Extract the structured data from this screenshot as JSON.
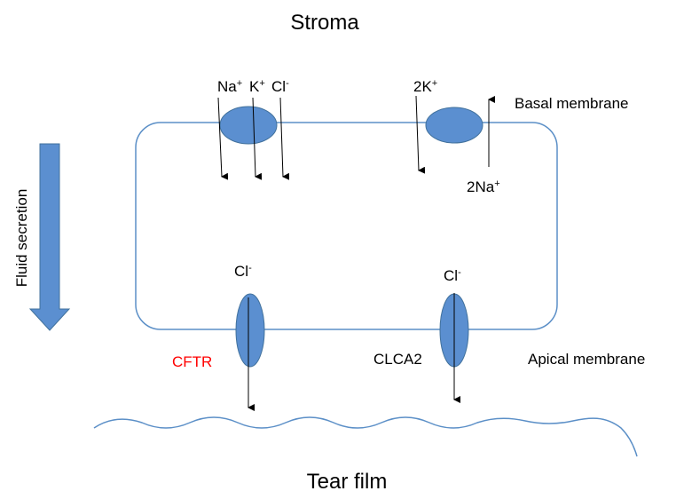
{
  "title_top": "Stroma",
  "title_bottom": "Tear film",
  "side_label": "Fluid secretion",
  "labels": {
    "basal": "Basal membrane",
    "apical": "Apical membrane",
    "cftr": "CFTR",
    "clca2": "CLCA2"
  },
  "ions": {
    "na": {
      "base": "Na",
      "sup": "+"
    },
    "k": {
      "base": "K",
      "sup": "+"
    },
    "cl_left": {
      "base": "Cl",
      "sup": "-"
    },
    "twok": {
      "base": "2K",
      "sup": "+"
    },
    "twona": {
      "base": "2Na",
      "sup": "+"
    },
    "cl_cftr": {
      "base": "Cl",
      "sup": "-"
    },
    "cl_clca2": {
      "base": "Cl",
      "sup": "-"
    }
  },
  "colors": {
    "cell_outline": "#5b8fc7",
    "transporter_fill": "#5b8fd0",
    "transporter_stroke": "#41719c",
    "cftr_label": "#ff0000",
    "arrow": "#000000"
  }
}
